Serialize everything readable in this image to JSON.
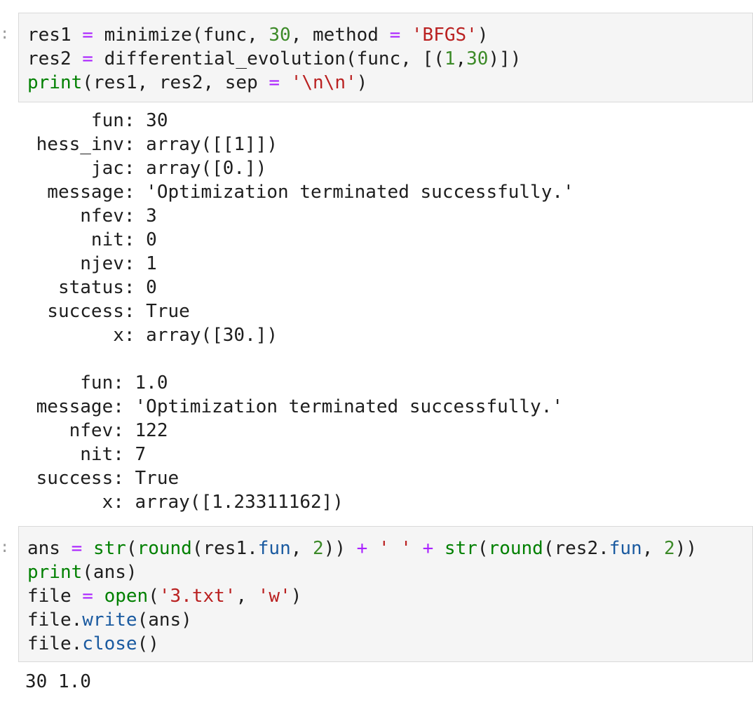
{
  "cells": [
    {
      "prompt": ":",
      "code_lines": [
        [
          {
            "t": "res1 ",
            "c": "plain"
          },
          {
            "t": "=",
            "c": "op"
          },
          {
            "t": " minimize(func, ",
            "c": "plain"
          },
          {
            "t": "30",
            "c": "num"
          },
          {
            "t": ", method ",
            "c": "plain"
          },
          {
            "t": "=",
            "c": "op"
          },
          {
            "t": " ",
            "c": "plain"
          },
          {
            "t": "'BFGS'",
            "c": "str"
          },
          {
            "t": ")",
            "c": "plain"
          }
        ],
        [
          {
            "t": "res2 ",
            "c": "plain"
          },
          {
            "t": "=",
            "c": "op"
          },
          {
            "t": " differential_evolution(func, [(",
            "c": "plain"
          },
          {
            "t": "1",
            "c": "num"
          },
          {
            "t": ",",
            "c": "plain"
          },
          {
            "t": "30",
            "c": "num"
          },
          {
            "t": ")])",
            "c": "plain"
          }
        ],
        [
          {
            "t": "print",
            "c": "kw-green"
          },
          {
            "t": "(res1, res2, sep ",
            "c": "plain"
          },
          {
            "t": "=",
            "c": "op"
          },
          {
            "t": " ",
            "c": "plain"
          },
          {
            "t": "'\\n\\n'",
            "c": "str"
          },
          {
            "t": ")",
            "c": "plain"
          }
        ]
      ],
      "output_lines": [
        "      fun: 30",
        " hess_inv: array([[1]])",
        "      jac: array([0.])",
        "  message: 'Optimization terminated successfully.'",
        "     nfev: 3",
        "      nit: 0",
        "     njev: 1",
        "   status: 0",
        "  success: True",
        "        x: array([30.])",
        "",
        "     fun: 1.0",
        " message: 'Optimization terminated successfully.'",
        "    nfev: 122",
        "     nit: 7",
        " success: True",
        "       x: array([1.23311162])"
      ]
    },
    {
      "prompt": ":",
      "code_lines": [
        [
          {
            "t": "ans ",
            "c": "plain"
          },
          {
            "t": "=",
            "c": "op"
          },
          {
            "t": " ",
            "c": "plain"
          },
          {
            "t": "str",
            "c": "kw-green"
          },
          {
            "t": "(",
            "c": "plain"
          },
          {
            "t": "round",
            "c": "kw-green"
          },
          {
            "t": "(res1.",
            "c": "plain"
          },
          {
            "t": "fun",
            "c": "attr"
          },
          {
            "t": ", ",
            "c": "plain"
          },
          {
            "t": "2",
            "c": "num"
          },
          {
            "t": ")) ",
            "c": "plain"
          },
          {
            "t": "+",
            "c": "op"
          },
          {
            "t": " ",
            "c": "plain"
          },
          {
            "t": "' '",
            "c": "str"
          },
          {
            "t": " ",
            "c": "plain"
          },
          {
            "t": "+",
            "c": "op"
          },
          {
            "t": " ",
            "c": "plain"
          },
          {
            "t": "str",
            "c": "kw-green"
          },
          {
            "t": "(",
            "c": "plain"
          },
          {
            "t": "round",
            "c": "kw-green"
          },
          {
            "t": "(res2.",
            "c": "plain"
          },
          {
            "t": "fun",
            "c": "attr"
          },
          {
            "t": ", ",
            "c": "plain"
          },
          {
            "t": "2",
            "c": "num"
          },
          {
            "t": "))",
            "c": "plain"
          }
        ],
        [
          {
            "t": "print",
            "c": "kw-green"
          },
          {
            "t": "(ans)",
            "c": "plain"
          }
        ],
        [
          {
            "t": "file ",
            "c": "plain"
          },
          {
            "t": "=",
            "c": "op"
          },
          {
            "t": " ",
            "c": "plain"
          },
          {
            "t": "open",
            "c": "kw-green"
          },
          {
            "t": "(",
            "c": "plain"
          },
          {
            "t": "'3.txt'",
            "c": "str"
          },
          {
            "t": ", ",
            "c": "plain"
          },
          {
            "t": "'w'",
            "c": "str"
          },
          {
            "t": ")",
            "c": "plain"
          }
        ],
        [
          {
            "t": "file.",
            "c": "plain"
          },
          {
            "t": "write",
            "c": "attr"
          },
          {
            "t": "(ans)",
            "c": "plain"
          }
        ],
        [
          {
            "t": "file.",
            "c": "plain"
          },
          {
            "t": "close",
            "c": "attr"
          },
          {
            "t": "()",
            "c": "plain"
          }
        ]
      ],
      "output_lines": [
        "30 1.0"
      ]
    }
  ]
}
